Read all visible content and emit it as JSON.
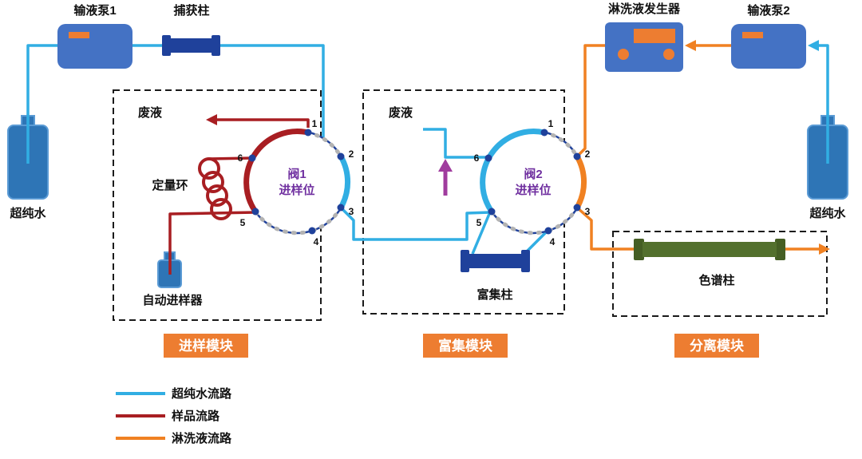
{
  "diagram": {
    "pumps": {
      "pump1": "输液泵1",
      "pump2": "输液泵2"
    },
    "columns": {
      "capture": "捕获柱",
      "enrichment": "富集柱",
      "separation": "色谱柱"
    },
    "generator": "淋洗液发生器",
    "water_left": "超纯水",
    "water_right": "超纯水",
    "autosampler": "自动进样器",
    "sample_loop": "定量环",
    "waste_m1": "废液",
    "waste_m2": "废液",
    "valve1": {
      "name": "阀1",
      "position": "进样位",
      "ports": [
        "1",
        "2",
        "3",
        "4",
        "5",
        "6"
      ]
    },
    "valve2": {
      "name": "阀2",
      "position": "进样位",
      "ports": [
        "1",
        "2",
        "3",
        "4",
        "5",
        "6"
      ]
    },
    "module_tags": {
      "m1": "进样模块",
      "m2": "富集模块",
      "m3": "分离模块"
    },
    "legend": {
      "items": [
        {
          "label": "超纯水流路",
          "color": "#31AEE3"
        },
        {
          "label": "样品流路",
          "color": "#A81E22"
        },
        {
          "label": "淋洗液流路",
          "color": "#F08122"
        }
      ]
    },
    "colors": {
      "water_line": "#31AEE3",
      "sample_line": "#A81E22",
      "eluent_line": "#F08122",
      "device_blue": "#4472C4",
      "column_navy": "#1F419B",
      "column_green": "#53702D",
      "module_tag_orange": "#ED7D31",
      "valve_label_purple": "#7030A0"
    }
  }
}
